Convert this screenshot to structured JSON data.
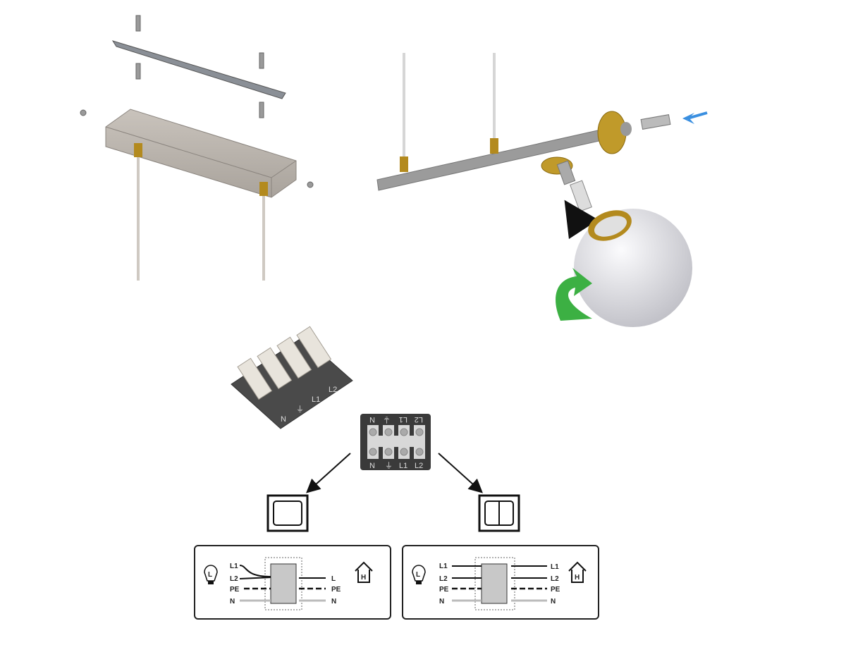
{
  "colors": {
    "metal": "#8e8e8e",
    "brass": "#b38a1e",
    "arrow_blue": "#3a8fe0",
    "arrow_green": "#3cb043",
    "globe": "#e6e6ea",
    "block_dark": "#3a3a3a"
  },
  "terminal_block_photo": {
    "labels": [
      "N",
      "⏚",
      "L1",
      "L2"
    ]
  },
  "terminal_diagram": {
    "top_labels": [
      "N",
      "⏚",
      "L1",
      "L2"
    ],
    "bottom_labels": [
      "N",
      "⏚",
      "L1",
      "L2"
    ]
  },
  "wiring_single": {
    "lamp_icon_letter": "L",
    "house_icon_letter": "H",
    "left_labels": [
      "L1",
      "L2",
      "PE",
      "N"
    ],
    "right_labels": [
      "L",
      "PE",
      "N"
    ]
  },
  "wiring_double": {
    "lamp_icon_letter": "L",
    "house_icon_letter": "H",
    "left_labels": [
      "L1",
      "L2",
      "PE",
      "N"
    ],
    "right_labels": [
      "L1",
      "L2",
      "PE",
      "N"
    ]
  }
}
